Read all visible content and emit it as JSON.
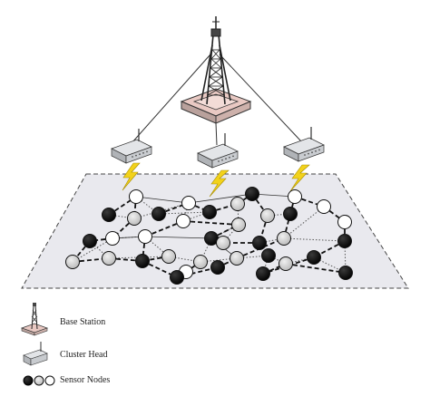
{
  "legend": {
    "base_station": "Base Station",
    "cluster_head": "Cluster Head",
    "sensor_nodes": "Sensor Nodes"
  },
  "colors": {
    "field_fill": "#e9e9ee",
    "field_border": "#444444",
    "tower": "#333333",
    "tower_base_top": "#e9c9c3",
    "tower_base_side": "#b9a19c",
    "router_body": "#d0d3d6",
    "lightning": "#f2d21b",
    "node_black": "#111111",
    "node_gray": "#d6d6d6",
    "node_white": "#ffffff"
  }
}
